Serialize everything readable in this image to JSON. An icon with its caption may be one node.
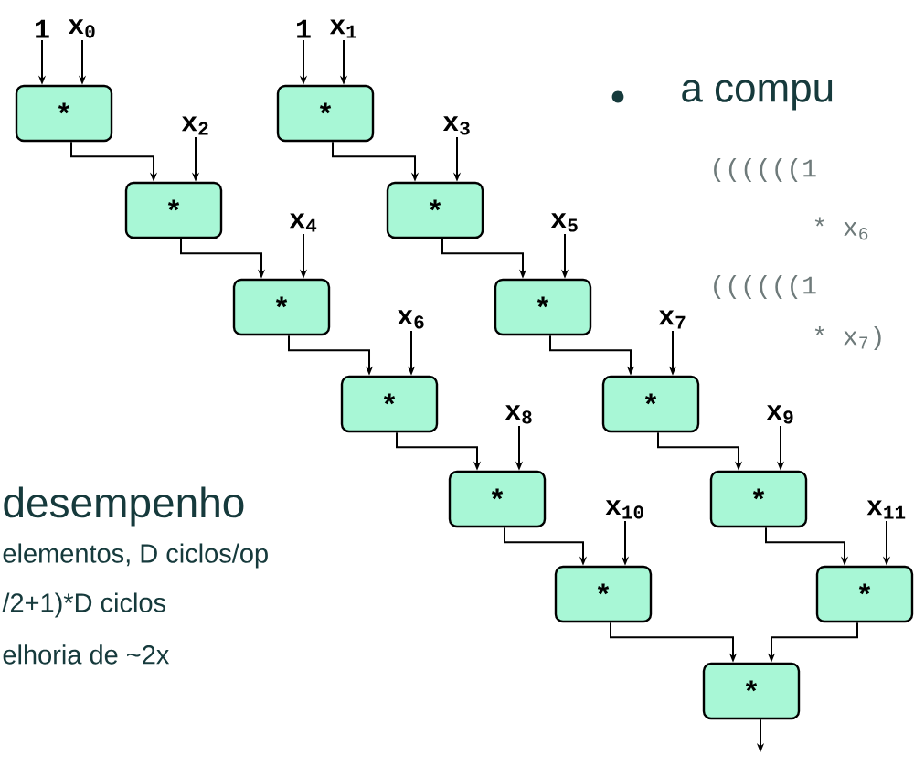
{
  "diagram": {
    "nodes": [
      {
        "text": [
          "*"
        ]
      },
      {
        "text": [
          "*"
        ]
      },
      {
        "text": [
          "*"
        ]
      },
      {
        "text": [
          "*"
        ]
      },
      {
        "text": [
          "*"
        ]
      },
      {
        "text": [
          "*"
        ]
      },
      {
        "text": [
          "*"
        ]
      },
      {
        "text": [
          "*"
        ]
      },
      {
        "text": [
          "*"
        ]
      },
      {
        "text": [
          "*"
        ]
      },
      {
        "text": [
          "*"
        ]
      },
      {
        "text": [
          "*"
        ]
      },
      {
        "text": [
          "*"
        ]
      },
      {
        "text": [
          "1"
        ]
      },
      {
        "text": [
          "x$_{0}$"
        ]
      },
      {
        "text": [
          "1"
        ]
      },
      {
        "text": [
          "x$_{1}$"
        ]
      },
      {
        "text": [
          "x$_{2}$"
        ]
      },
      {
        "text": [
          "x$_{3}$"
        ]
      },
      {
        "text": [
          "x$_{4}$"
        ]
      },
      {
        "text": [
          "x$_{5}$"
        ]
      },
      {
        "text": [
          "x$_{6}$"
        ]
      },
      {
        "text": [
          "x$_{7}$"
        ]
      },
      {
        "text": [
          "x$_{8}$"
        ]
      },
      {
        "text": [
          "x$_{9}$"
        ]
      },
      {
        "text": [
          "x$_{10}$"
        ]
      },
      {
        "text": [
          "x$_{11}$"
        ]
      }
    ],
    "edges": [
      {
        "from": 0,
        "to": 1,
        "arrow": "to"
      },
      {
        "from": 1,
        "to": 2,
        "arrow": "to"
      },
      {
        "from": 2,
        "to": 3,
        "arrow": "to"
      },
      {
        "from": 3,
        "to": 4,
        "arrow": "to"
      },
      {
        "from": 4,
        "to": 5,
        "arrow": "to"
      },
      {
        "from": 5,
        "to": 12,
        "arrow": "to"
      },
      {
        "from": 6,
        "to": 7,
        "arrow": "to"
      },
      {
        "from": 7,
        "to": 8,
        "arrow": "to"
      },
      {
        "from": 8,
        "to": 9,
        "arrow": "to"
      },
      {
        "from": 9,
        "to": 10,
        "arrow": "to"
      },
      {
        "from": 10,
        "to": 11,
        "arrow": "to"
      },
      {
        "from": 11,
        "to": 12,
        "arrow": "to"
      },
      {
        "from": 13,
        "to": 0,
        "arrow": "to"
      },
      {
        "from": 14,
        "to": 0,
        "arrow": "to"
      },
      {
        "from": 15,
        "to": 6,
        "arrow": "to"
      },
      {
        "from": 16,
        "to": 6,
        "arrow": "to"
      },
      {
        "from": 17,
        "to": 1,
        "arrow": "to"
      },
      {
        "from": 18,
        "to": 7,
        "arrow": "to"
      },
      {
        "from": 19,
        "to": 2,
        "arrow": "to"
      },
      {
        "from": 20,
        "to": 8,
        "arrow": "to"
      },
      {
        "from": 21,
        "to": 3,
        "arrow": "to"
      },
      {
        "from": 22,
        "to": 9,
        "arrow": "to"
      },
      {
        "from": 23,
        "to": 4,
        "arrow": "to"
      },
      {
        "from": 24,
        "to": 10,
        "arrow": "to"
      },
      {
        "from": 25,
        "to": 5,
        "arrow": "to"
      },
      {
        "from": 26,
        "to": 11,
        "arrow": "to"
      },
      {
        "from": 12,
        "to": null,
        "arrow": "to"
      }
    ],
    "labels": [
      "a compu",
      "((((((1",
      "* x$_{6}$",
      "((((((1",
      "* x$_{7}$)",
      "desempenho",
      "elementos, D ciclos/op",
      "/2+1)*D ciclos",
      "elhoria de ~2x"
    ]
  }
}
